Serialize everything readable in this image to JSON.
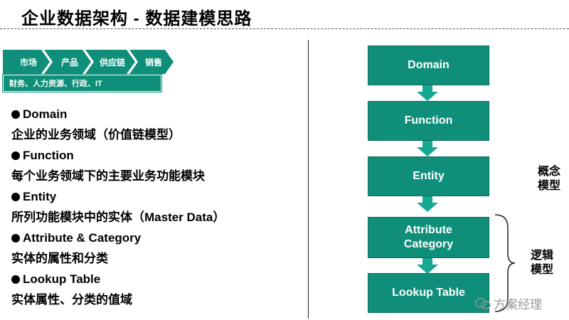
{
  "title": "企业数据架构 - 数据建模思路",
  "value_chain": [
    "市场",
    "产品",
    "供应链",
    "销售"
  ],
  "support_bar": "财务、人力资源、行政、IT",
  "list": [
    {
      "bullet": true,
      "text": "Domain"
    },
    {
      "bullet": false,
      "text": "企业的业务领域（价值链模型）"
    },
    {
      "bullet": true,
      "text": "Function"
    },
    {
      "bullet": false,
      "text": "每个业务领域下的主要业务功能模块"
    },
    {
      "bullet": true,
      "text": "Entity"
    },
    {
      "bullet": false,
      "text": "所列功能模块中的实体（Master Data）"
    },
    {
      "bullet": true,
      "text": "Attribute & Category"
    },
    {
      "bullet": false,
      "text": "实体的属性和分类"
    },
    {
      "bullet": true,
      "text": "Lookup Table"
    },
    {
      "bullet": false,
      "text": "实体属性、分类的值域"
    }
  ],
  "flow": {
    "domain": "Domain",
    "function": "Function",
    "entity": "Entity",
    "attribute_line1": "Attribute",
    "attribute_line2": "Category",
    "lookup": "Lookup Table"
  },
  "labels": {
    "concept_line1": "概念",
    "concept_line2": "模型",
    "logical_line1": "逻辑",
    "logical_line2": "模型"
  },
  "watermark": "方案经理",
  "colors": {
    "accent": "#0f8f79",
    "arrow": "#15a892"
  }
}
